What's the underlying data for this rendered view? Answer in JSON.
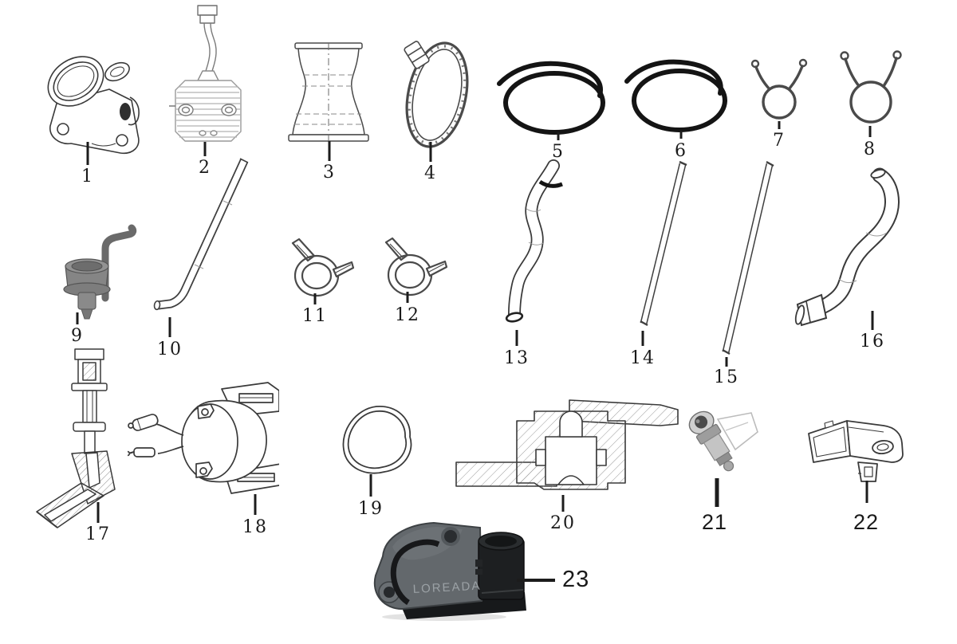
{
  "figure": {
    "background": "#ffffff",
    "line_color": "#3a3a3a",
    "heavy_line_color": "#141414",
    "photo_dark": "#1d1f21",
    "photo_gray": "#63686c"
  },
  "parts": [
    {
      "label": "1",
      "name": "intake-manifold"
    },
    {
      "label": "2",
      "name": "voltage-regulator-rectifier"
    },
    {
      "label": "3",
      "name": "rubber-air-duct"
    },
    {
      "label": "4",
      "name": "hose-clamp-ring"
    },
    {
      "label": "5",
      "name": "hose-coil"
    },
    {
      "label": "6",
      "name": "hose-coil"
    },
    {
      "label": "7",
      "name": "spring-hose-clamp"
    },
    {
      "label": "8",
      "name": "spring-hose-clamp"
    },
    {
      "label": "9",
      "name": "vacuum-valve"
    },
    {
      "label": "10",
      "name": "bent-pipe"
    },
    {
      "label": "11",
      "name": "spring-band-clamp"
    },
    {
      "label": "12",
      "name": "spring-band-clamp"
    },
    {
      "label": "13",
      "name": "curved-hose"
    },
    {
      "label": "14",
      "name": "straight-pipe"
    },
    {
      "label": "15",
      "name": "straight-pipe"
    },
    {
      "label": "16",
      "name": "curved-hose-with-fitting"
    },
    {
      "label": "17",
      "name": "spark-plug-cap-section"
    },
    {
      "label": "18",
      "name": "ignition-coil-assembly"
    },
    {
      "label": "19",
      "name": "gasket-ring"
    },
    {
      "label": "20",
      "name": "valve-bracket-section"
    },
    {
      "label": "21",
      "name": "fuel-injector"
    },
    {
      "label": "22",
      "name": "map-sensor"
    },
    {
      "label": "23",
      "name": "throttle-position-sensor",
      "brand": "LOREADA"
    }
  ]
}
